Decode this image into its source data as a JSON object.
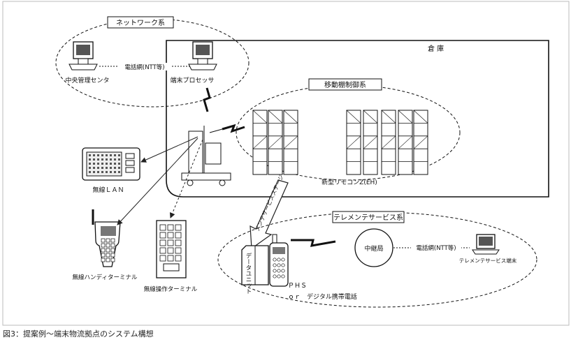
{
  "labels": {
    "network_system": "ネットワーク系",
    "central_center": "中央管理センタ",
    "phone_line_ntt": "電話網(NTT等)",
    "terminal_processor": "端末プロセッサ",
    "warehouse": "倉 庫",
    "mobile_rack_system": "移動棚制御系",
    "remote_eh": "新型リモコンZ(EH)",
    "wireless_lan": "無線ＬＡＮ",
    "handy_terminal": "無線ハンディターミナル",
    "operation_terminal": "無線操作ターミナル",
    "telemaintenance_stage": "メンテサービスステージ",
    "telemaintenance_system": "テレメンテサービス系",
    "relay_station": "中継局",
    "phone_line_ntt2": "電話網(NTT等)",
    "telemaint_terminal": "テレメンテサービス端末",
    "data_unit": "データユニット",
    "phs": "ＰＨＳ",
    "or_mobile": "ｏｒ　デジタル携帯電話"
  },
  "caption": "図3：提案例～端末物流拠点のシステム構想"
}
